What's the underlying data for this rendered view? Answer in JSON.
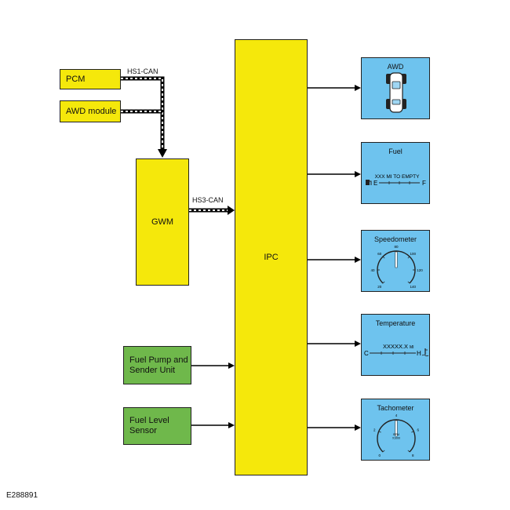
{
  "modules": {
    "pcm": "PCM",
    "awd_module": "AWD module",
    "gwm": "GWM",
    "ipc": "IPC",
    "fuel_pump": "Fuel Pump and\nSender Unit",
    "fuel_level": "Fuel Level\nSensor"
  },
  "networks": {
    "hs1": "HS1-CAN",
    "hs3": "HS3-CAN"
  },
  "gauges": {
    "awd": {
      "title": "AWD",
      "icon": "awd-vehicle-icon"
    },
    "fuel": {
      "title": "Fuel",
      "readout": "XXX MI TO EMPTY",
      "empty": "E",
      "full": "F",
      "icon": "fuel-pump-icon"
    },
    "speedometer": {
      "title": "Speedometer",
      "ticks": [
        "20",
        "40",
        "60",
        "80",
        "100",
        "120",
        "140"
      ]
    },
    "temperature": {
      "title": "Temperature",
      "readout": "XXXXX.X",
      "unit": "MI",
      "cold": "C",
      "hot": "H",
      "icon": "coolant-thermometer-icon"
    },
    "tachometer": {
      "title": "Tachometer",
      "ticks": [
        "0",
        "2",
        "4",
        "6",
        "8"
      ],
      "unit": "RPM\nX1000"
    }
  },
  "figure_id": "E288891",
  "colors": {
    "module": "#f5e80b",
    "sensor": "#6fb84b",
    "gauge": "#6ec3ee"
  }
}
